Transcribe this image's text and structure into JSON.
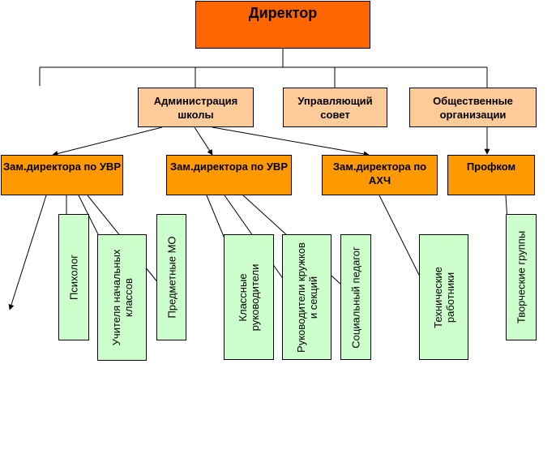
{
  "director": "Директор",
  "level2": {
    "administration": "Администрация школы",
    "council": "Управляющий совет",
    "organizations": "Общественные организации"
  },
  "level3": {
    "zam_uvr_1": "Зам.директора по УВР",
    "zam_uvr_2": "Зам.директора по УВР",
    "zam_ahch": "Зам.директора по АХЧ",
    "profkom": "Профком"
  },
  "staff": {
    "psychologist": "Психолог",
    "primary_teachers": "Учителя начальных классов",
    "subject_mo": "Предметные МО",
    "class_teachers": "Классные руководители",
    "club_leaders": "Руководители кружков и секций",
    "social_pedagogue": "Социальный педагог",
    "technical_workers": "Технические работники",
    "creative_groups": "Творческие группы"
  },
  "colors": {
    "director": "#ff6600",
    "level2": "#ffcc99",
    "level3": "#ff9900",
    "staff": "#ccffcc"
  }
}
